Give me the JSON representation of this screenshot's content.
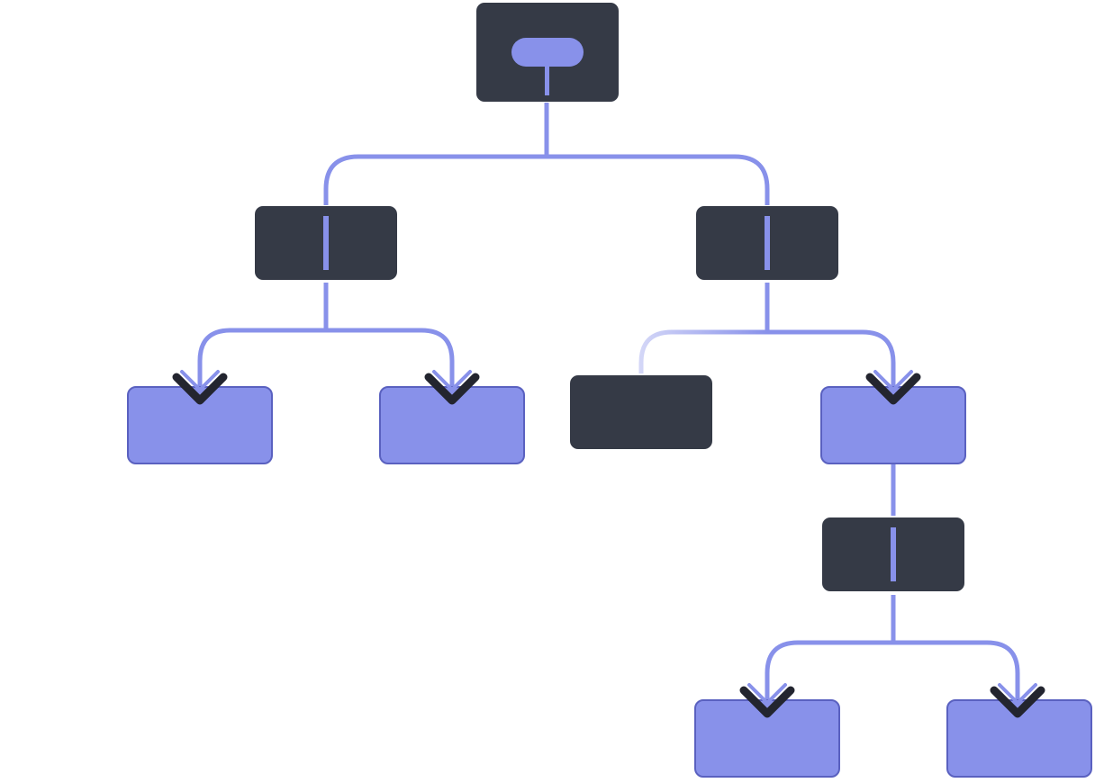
{
  "colors": {
    "background": "#ffffff",
    "dark_node_fill": "#353a46",
    "accent": "#8891ea",
    "accent_faded": "#d3d6f7",
    "leaf_border": "#5a61c0",
    "arrowhead_dark": "#23252f"
  },
  "diagram": {
    "type": "tree",
    "description_visible_text": "",
    "nodes": [
      {
        "id": "root",
        "kind": "dark",
        "marker": "pill"
      },
      {
        "id": "left-branch",
        "kind": "dark",
        "marker": "bar"
      },
      {
        "id": "right-branch",
        "kind": "dark",
        "marker": "bar"
      },
      {
        "id": "left-leaf-1",
        "kind": "leaf"
      },
      {
        "id": "left-leaf-2",
        "kind": "leaf"
      },
      {
        "id": "right-leaf-faded",
        "kind": "dark",
        "marker": "none"
      },
      {
        "id": "right-leaf-2",
        "kind": "leaf"
      },
      {
        "id": "deep-branch",
        "kind": "dark",
        "marker": "bar"
      },
      {
        "id": "deep-leaf-1",
        "kind": "leaf"
      },
      {
        "id": "deep-leaf-2",
        "kind": "leaf"
      }
    ],
    "edges": [
      {
        "from": "root",
        "to": "left-branch",
        "style": "solid",
        "arrow": false
      },
      {
        "from": "root",
        "to": "right-branch",
        "style": "solid",
        "arrow": false
      },
      {
        "from": "left-branch",
        "to": "left-leaf-1",
        "style": "solid",
        "arrow": true
      },
      {
        "from": "left-branch",
        "to": "left-leaf-2",
        "style": "solid",
        "arrow": true
      },
      {
        "from": "right-branch",
        "to": "right-leaf-faded",
        "style": "faded",
        "arrow": false
      },
      {
        "from": "right-branch",
        "to": "right-leaf-2",
        "style": "solid",
        "arrow": true
      },
      {
        "from": "right-leaf-2",
        "to": "deep-branch",
        "style": "solid",
        "arrow": false
      },
      {
        "from": "deep-branch",
        "to": "deep-leaf-1",
        "style": "solid",
        "arrow": true
      },
      {
        "from": "deep-branch",
        "to": "deep-leaf-2",
        "style": "solid",
        "arrow": true
      }
    ]
  }
}
